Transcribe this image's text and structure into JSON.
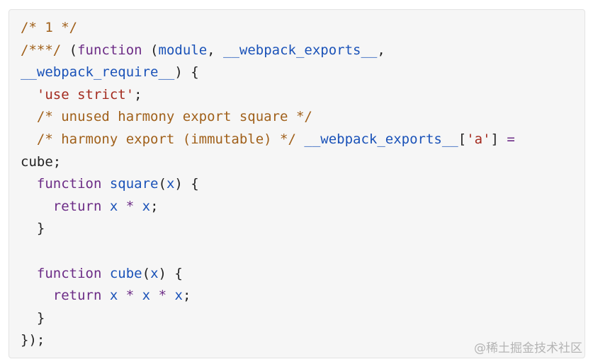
{
  "colors": {
    "comment": "#a0601a",
    "keyword": "#6c2c86",
    "identifier": "#1a52b8",
    "string": "#a32a1e",
    "punctuation": "#222222",
    "background": "#f6f6f6"
  },
  "code_lines": [
    [
      {
        "t": "/* 1 */",
        "k": "comment"
      }
    ],
    [
      {
        "t": "/***/",
        "k": "comment"
      },
      {
        "t": " (",
        "k": "punctuation"
      },
      {
        "t": "function",
        "k": "keyword"
      },
      {
        "t": " (",
        "k": "punctuation"
      },
      {
        "t": "module",
        "k": "identifier"
      },
      {
        "t": ", ",
        "k": "punctuation"
      },
      {
        "t": "__webpack_exports__",
        "k": "identifier"
      },
      {
        "t": ",",
        "k": "punctuation"
      }
    ],
    [
      {
        "t": "__webpack_require__",
        "k": "identifier"
      },
      {
        "t": ") {",
        "k": "punctuation"
      }
    ],
    [
      {
        "t": "  ",
        "k": "punctuation"
      },
      {
        "t": "'use strict'",
        "k": "string"
      },
      {
        "t": ";",
        "k": "punctuation"
      }
    ],
    [
      {
        "t": "  ",
        "k": "punctuation"
      },
      {
        "t": "/* unused harmony export square */",
        "k": "comment"
      }
    ],
    [
      {
        "t": "  ",
        "k": "punctuation"
      },
      {
        "t": "/* harmony export (immutable) */",
        "k": "comment"
      },
      {
        "t": " ",
        "k": "punctuation"
      },
      {
        "t": "__webpack_exports__",
        "k": "identifier"
      },
      {
        "t": "[",
        "k": "punctuation"
      },
      {
        "t": "'a'",
        "k": "string"
      },
      {
        "t": "] ",
        "k": "punctuation"
      },
      {
        "t": "=",
        "k": "keyword"
      }
    ],
    [
      {
        "t": "cube;",
        "k": "punctuation"
      }
    ],
    [
      {
        "t": "  ",
        "k": "punctuation"
      },
      {
        "t": "function",
        "k": "keyword"
      },
      {
        "t": " ",
        "k": "punctuation"
      },
      {
        "t": "square",
        "k": "identifier"
      },
      {
        "t": "(",
        "k": "punctuation"
      },
      {
        "t": "x",
        "k": "identifier"
      },
      {
        "t": ") {",
        "k": "punctuation"
      }
    ],
    [
      {
        "t": "    ",
        "k": "punctuation"
      },
      {
        "t": "return",
        "k": "keyword"
      },
      {
        "t": " ",
        "k": "punctuation"
      },
      {
        "t": "x",
        "k": "identifier"
      },
      {
        "t": " ",
        "k": "punctuation"
      },
      {
        "t": "*",
        "k": "keyword"
      },
      {
        "t": " ",
        "k": "punctuation"
      },
      {
        "t": "x",
        "k": "identifier"
      },
      {
        "t": ";",
        "k": "punctuation"
      }
    ],
    [
      {
        "t": "  }",
        "k": "punctuation"
      }
    ],
    [],
    [
      {
        "t": "  ",
        "k": "punctuation"
      },
      {
        "t": "function",
        "k": "keyword"
      },
      {
        "t": " ",
        "k": "punctuation"
      },
      {
        "t": "cube",
        "k": "identifier"
      },
      {
        "t": "(",
        "k": "punctuation"
      },
      {
        "t": "x",
        "k": "identifier"
      },
      {
        "t": ") {",
        "k": "punctuation"
      }
    ],
    [
      {
        "t": "    ",
        "k": "punctuation"
      },
      {
        "t": "return",
        "k": "keyword"
      },
      {
        "t": " ",
        "k": "punctuation"
      },
      {
        "t": "x",
        "k": "identifier"
      },
      {
        "t": " ",
        "k": "punctuation"
      },
      {
        "t": "*",
        "k": "keyword"
      },
      {
        "t": " ",
        "k": "punctuation"
      },
      {
        "t": "x",
        "k": "identifier"
      },
      {
        "t": " ",
        "k": "punctuation"
      },
      {
        "t": "*",
        "k": "keyword"
      },
      {
        "t": " ",
        "k": "punctuation"
      },
      {
        "t": "x",
        "k": "identifier"
      },
      {
        "t": ";",
        "k": "punctuation"
      }
    ],
    [
      {
        "t": "  }",
        "k": "punctuation"
      }
    ],
    [
      {
        "t": "});",
        "k": "punctuation"
      }
    ]
  ],
  "watermark": "@稀土掘金技术社区"
}
